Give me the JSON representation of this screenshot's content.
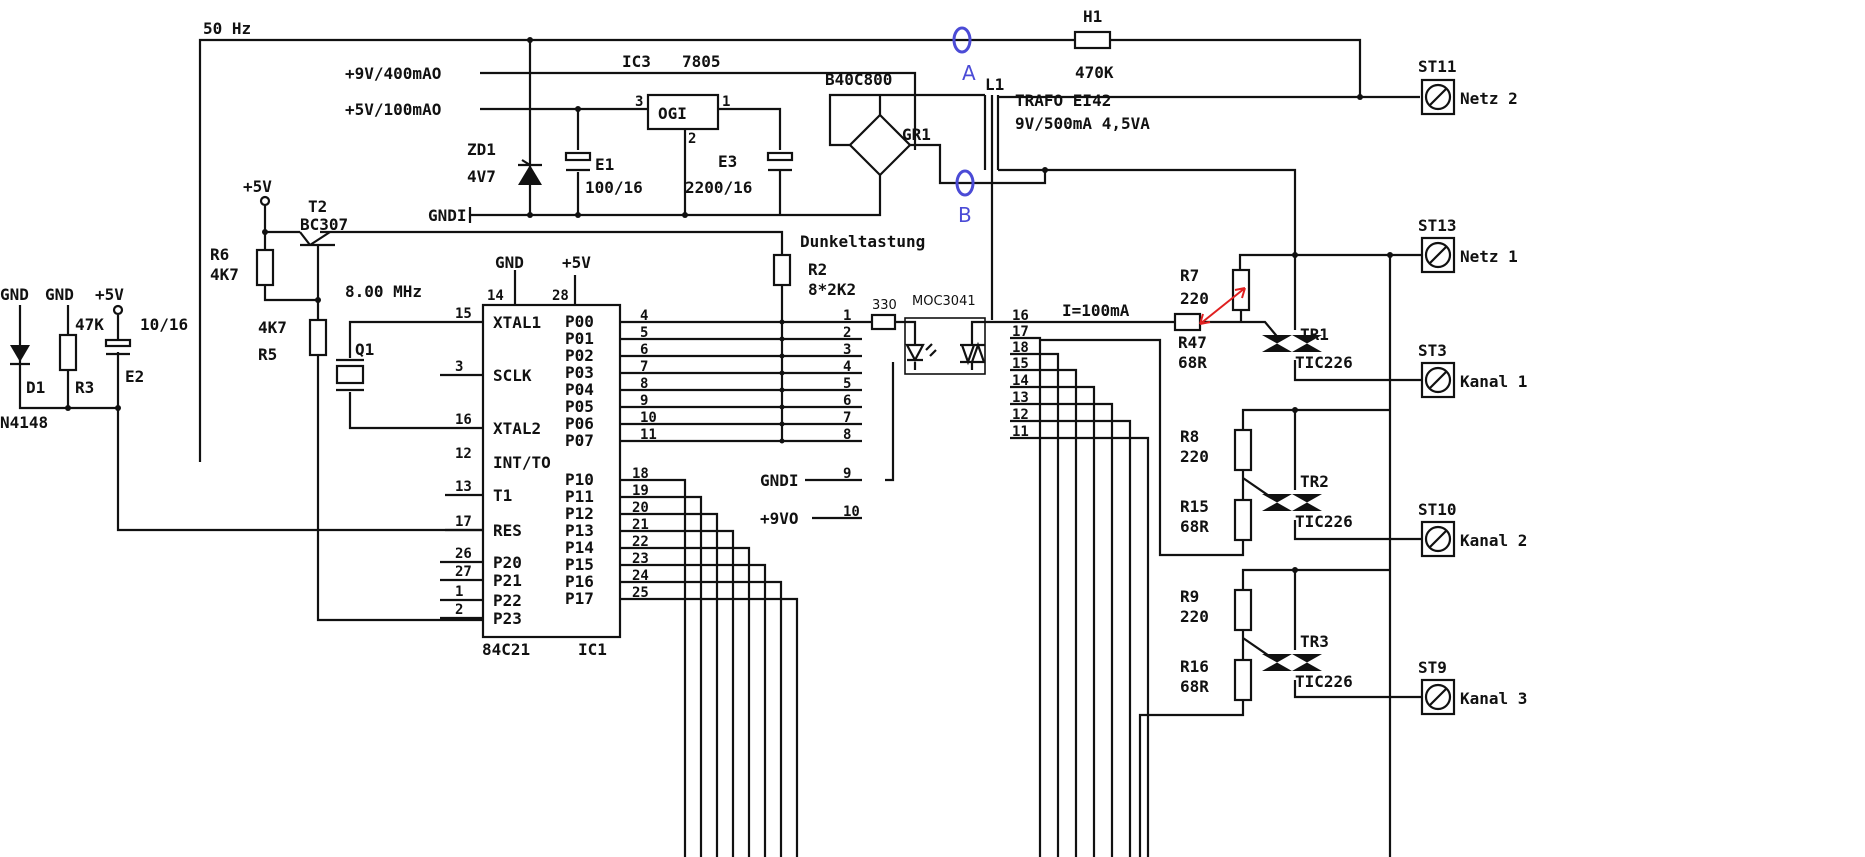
{
  "colors": {
    "ink": "#111111",
    "marker_blue": "#4b4bd6",
    "marker_red": "#e02020"
  },
  "markers": {
    "a": "A",
    "b": "B"
  },
  "rails": {
    "hz": "50 Hz",
    "v9": "+9V/400mAO",
    "v5": "+5V/100mAO",
    "gnd": "GNDI",
    "gnd2": "GNDI",
    "v9b": "+9VO"
  },
  "regulator": {
    "name": "IC3",
    "type": "7805",
    "body": "OGI",
    "pin_in": "3",
    "pin_out": "1",
    "pin_gnd": "2"
  },
  "zener": {
    "name": "ZD1",
    "value": "4V7"
  },
  "e1": {
    "name": "E1",
    "value": "100/16"
  },
  "e3": {
    "name": "E3",
    "value": "2200/16"
  },
  "bridge": {
    "type": "B40C800",
    "name": "GR1"
  },
  "h1": {
    "name": "H1",
    "value": "470K"
  },
  "trafo": {
    "name": "L1",
    "label": "TRAFO EI42",
    "rating": "9V/500mA 4,5VA"
  },
  "terminals": [
    {
      "name": "ST11",
      "label": "Netz 2"
    },
    {
      "name": "ST13",
      "label": "Netz 1"
    },
    {
      "name": "ST3",
      "label": "Kanal 1"
    },
    {
      "name": "ST10",
      "label": "Kanal 2"
    },
    {
      "name": "ST9",
      "label": "Kanal 3"
    }
  ],
  "left": {
    "gnd1": "GND",
    "gnd2": "GND",
    "v5": "+5V",
    "r3_value": "47K",
    "r3": "R3",
    "e2_value": "10/16",
    "e2": "E2",
    "d1": "D1",
    "d1_type": "N4148"
  },
  "t2": {
    "supply": "+5V",
    "name": "T2",
    "type": "BC307",
    "r6": "R6",
    "r6_value": "4K7",
    "r5": "R5",
    "r5_value": "4K7"
  },
  "crystal": {
    "name": "Q1",
    "freq": "8.00 MHz"
  },
  "ic1": {
    "name": "IC1",
    "type": "84C21",
    "gnd": "GND",
    "vcc": "+5V",
    "pin_gnd": "14",
    "pin_vcc": "28",
    "left_pins": [
      {
        "num": "15",
        "label": "XTAL1"
      },
      {
        "num": "3",
        "label": "SCLK"
      },
      {
        "num": "16",
        "label": "XTAL2"
      },
      {
        "num": "12",
        "label": "INT/TO"
      },
      {
        "num": "13",
        "label": "T1"
      },
      {
        "num": "17",
        "label": "RES"
      },
      {
        "num": "26",
        "label": "P20"
      },
      {
        "num": "27",
        "label": "P21"
      },
      {
        "num": "1",
        "label": "P22"
      },
      {
        "num": "2",
        "label": "P23"
      }
    ],
    "p0": [
      {
        "num": "4",
        "label": "P00"
      },
      {
        "num": "5",
        "label": "P01"
      },
      {
        "num": "6",
        "label": "P02"
      },
      {
        "num": "7",
        "label": "P03"
      },
      {
        "num": "8",
        "label": "P04"
      },
      {
        "num": "9",
        "label": "P05"
      },
      {
        "num": "10",
        "label": "P06"
      },
      {
        "num": "11",
        "label": "P07"
      }
    ],
    "p1": [
      {
        "num": "18",
        "label": "P10"
      },
      {
        "num": "19",
        "label": "P11"
      },
      {
        "num": "20",
        "label": "P12"
      },
      {
        "num": "21",
        "label": "P13"
      },
      {
        "num": "22",
        "label": "P14"
      },
      {
        "num": "23",
        "label": "P15"
      },
      {
        "num": "24",
        "label": "P16"
      },
      {
        "num": "25",
        "label": "P17"
      }
    ]
  },
  "blanking": "Dunkeltastung",
  "r2": {
    "name": "R2",
    "value": "8*2K2"
  },
  "connector_left": [
    "1",
    "2",
    "3",
    "4",
    "5",
    "6",
    "7",
    "8",
    "9",
    "10"
  ],
  "connector_right": [
    "16",
    "17",
    "18",
    "15",
    "14",
    "13",
    "12",
    "11"
  ],
  "opto": {
    "resistor": "330",
    "name": "MOC3041"
  },
  "current": "I=100mA",
  "channels": [
    {
      "r_gate": "R7",
      "r_gate_value": "220",
      "r_series": "R47",
      "r_series_value": "68R",
      "triac": "TR1",
      "triac_type": "TIC226"
    },
    {
      "r_gate": "R8",
      "r_gate_value": "220",
      "r_series": "R15",
      "r_series_value": "68R",
      "triac": "TR2",
      "triac_type": "TIC226"
    },
    {
      "r_gate": "R9",
      "r_gate_value": "220",
      "r_series": "R16",
      "r_series_value": "68R",
      "triac": "TR3",
      "triac_type": "TIC226"
    }
  ]
}
